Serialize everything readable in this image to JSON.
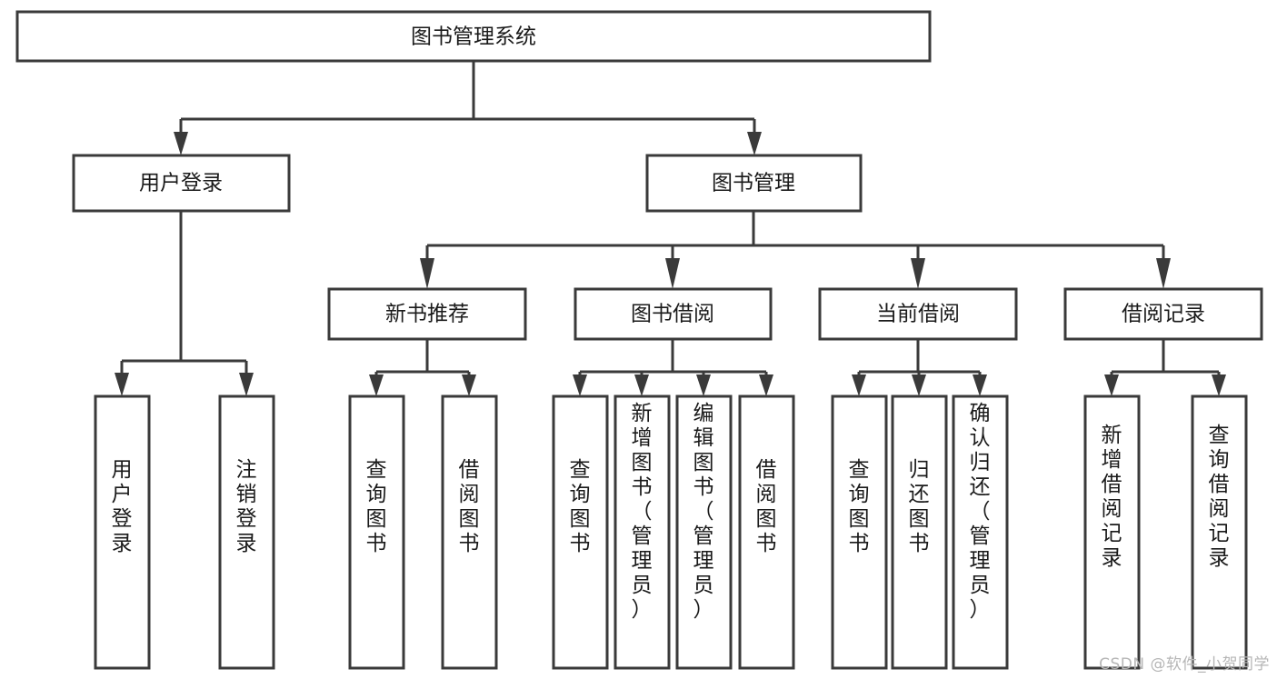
{
  "diagram": {
    "type": "tree-hierarchy-chart",
    "title": "图书管理系统",
    "orientation": "top-down",
    "watermark": "CSDN @软件_小贺同学",
    "colors": {
      "stroke": "#3a3a3a",
      "fill": "#ffffff",
      "text": "#1a1a1a",
      "watermark": "#b6b6b6",
      "background": "#ffffff"
    },
    "root": {
      "label": "图书管理系统"
    },
    "level1": [
      {
        "label": "用户登录"
      },
      {
        "label": "图书管理"
      }
    ],
    "level2": [
      {
        "label": "新书推荐",
        "parent": "图书管理"
      },
      {
        "label": "图书借阅",
        "parent": "图书管理"
      },
      {
        "label": "当前借阅",
        "parent": "图书管理"
      },
      {
        "label": "借阅记录",
        "parent": "图书管理"
      }
    ],
    "leaves": {
      "用户登录": [
        {
          "label": "用户登录"
        },
        {
          "label": "注销登录"
        }
      ],
      "新书推荐": [
        {
          "label": "查询图书"
        },
        {
          "label": "借阅图书"
        }
      ],
      "图书借阅": [
        {
          "label": "查询图书"
        },
        {
          "label": "新增图书（管理员）"
        },
        {
          "label": "编辑图书（管理员）"
        },
        {
          "label": "借阅图书"
        }
      ],
      "当前借阅": [
        {
          "label": "查询图书"
        },
        {
          "label": "归还图书"
        },
        {
          "label": "确认归还（管理员）"
        }
      ],
      "借阅记录": [
        {
          "label": "新增借阅记录"
        },
        {
          "label": "查询借阅记录"
        }
      ]
    }
  }
}
